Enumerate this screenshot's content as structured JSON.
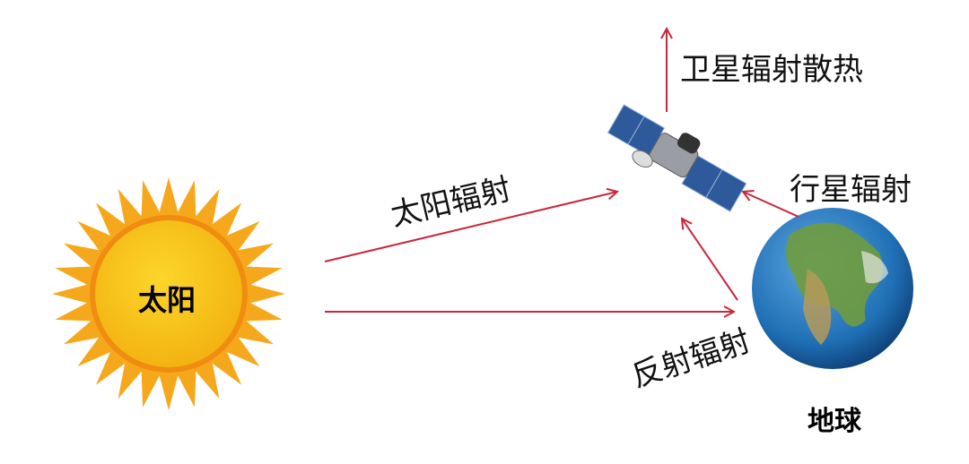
{
  "labels": {
    "sun": "太阳",
    "earth": "地球",
    "solar_radiation": "太阳辐射",
    "reflected_radiation": "反射辐射",
    "planetary_radiation": "行星辐射",
    "satellite_heat_dissipation": "卫星辐射散热"
  },
  "colors": {
    "arrow": "#c8283c",
    "sun_core": "#f7c21b",
    "sun_rays": "#f6a81c",
    "earth_ocean": "#1f6fb5",
    "earth_land": "#4f9a3a",
    "solar_panel": "#2e5a9c"
  }
}
